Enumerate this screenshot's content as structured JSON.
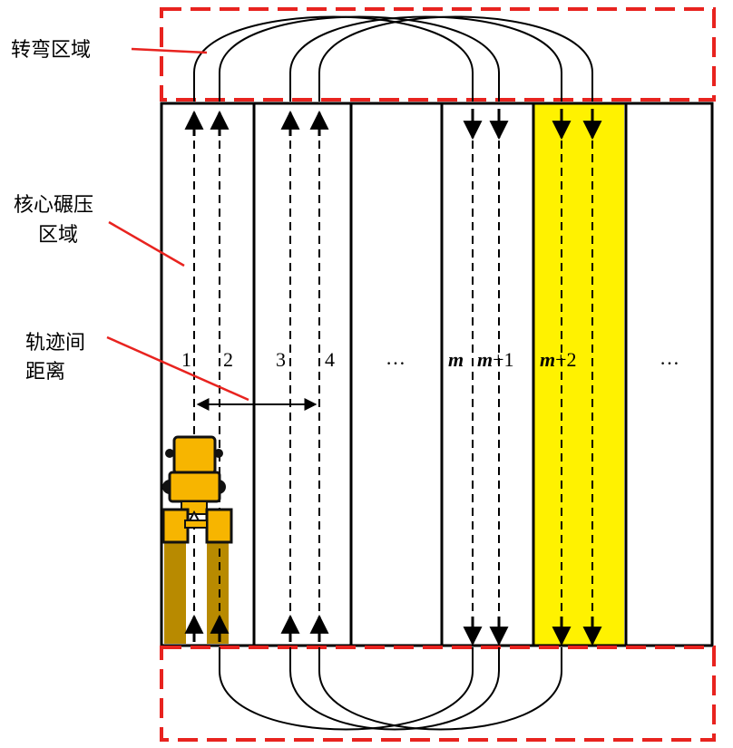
{
  "labels": {
    "turning_region": "转弯区域",
    "core_region_line1": "核心碾压",
    "core_region_line2": "区域",
    "track_spacing_line1": "轨迹间",
    "track_spacing_line2": "距离"
  },
  "tracks": {
    "t1": "1",
    "t2": "2",
    "t3": "3",
    "t4": "4",
    "ellipsis_a": "…",
    "tm": "m",
    "tm1_var": "m",
    "tm1_rest": "+1",
    "tm2_var": "m",
    "tm2_rest": "+2",
    "ellipsis_b": "…"
  },
  "colors": {
    "region_border": "#e8231f",
    "highlight_lane": "#fff200",
    "roller_body": "#f7b500",
    "roller_trail": "#b88a00",
    "line": "#000000"
  }
}
